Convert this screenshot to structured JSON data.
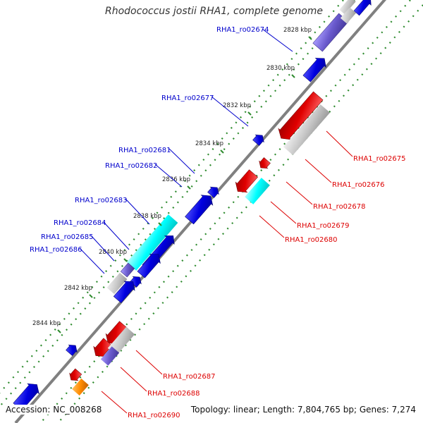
{
  "title": "Rhodococcus jostii RHA1, complete genome",
  "footer": {
    "accession": "Accession: NC_008268",
    "summary": "Topology: linear; Length: 7,804,765 bp; Genes: 7,274"
  },
  "ticks": [
    "2828 kbp",
    "2830 kbp",
    "2832 kbp",
    "2834 kbp",
    "2836 kbp",
    "2838 kbp",
    "2840 kbp",
    "2842 kbp",
    "2844 kbp"
  ],
  "labels_left": [
    "RHA1_ro02674",
    "RHA1_ro02677",
    "RHA1_ro02681",
    "RHA1_ro02682",
    "RHA1_ro02683",
    "RHA1_ro02684",
    "RHA1_ro02685",
    "RHA1_ro02686"
  ],
  "labels_right": [
    "RHA1_ro02675",
    "RHA1_ro02676",
    "RHA1_ro02678",
    "RHA1_ro02679",
    "RHA1_ro02680",
    "RHA1_ro02687",
    "RHA1_ro02688",
    "RHA1_ro02690"
  ],
  "colors": {
    "backbone": "#808080",
    "left_label": "#0000cc",
    "right_label": "#dd0000",
    "dots": "#2e8b2e",
    "blue": "#0000e0",
    "red": "#e00000",
    "cyan": "#00ffff",
    "gray": "#c0c0c0",
    "purple": "#6a5acd",
    "orange": "#ff8c00"
  }
}
